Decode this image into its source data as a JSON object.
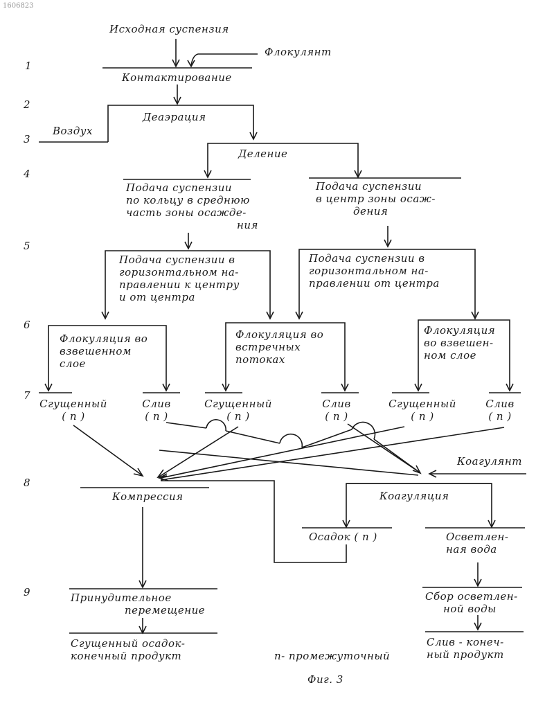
{
  "header_code": "1606823",
  "step_numbers": [
    "1",
    "2",
    "3",
    "4",
    "5",
    "6",
    "7",
    "8",
    "9"
  ],
  "inputs": {
    "suspension": "Исходная суспензия",
    "flocculant": "Флокулянт",
    "air": "Воздух",
    "coagulant": "Коагулянт"
  },
  "nodes": {
    "contacting": "Контактирование",
    "deaeration": "Деаэрация",
    "division": "Деление",
    "feed_ring": [
      "Подача суспензии",
      "по кольцу в среднюю",
      "часть зоны осажде-",
      "ния"
    ],
    "feed_center": [
      "Подача суспензии",
      "в центр зоны осаж-",
      "дения"
    ],
    "feed_horizontal_to_center": [
      "Подача суспензии в",
      "горизонтальном на-",
      "правлении к центру",
      "и от центра"
    ],
    "feed_horizontal_from_center": [
      "Подача суспензии в",
      "горизонтальном на-",
      "правлении от центра"
    ],
    "floc_suspended_left": [
      "Флокуляция во",
      "взвешенном",
      "слое"
    ],
    "floc_counter": [
      "Флокуляция во",
      "встречных",
      "потоках"
    ],
    "floc_suspended_right": [
      "Флокуляция",
      "во взвешен-",
      "ном слое"
    ],
    "thickened_1": [
      "Сгущенный",
      "( п )"
    ],
    "drain_1": [
      "Слив",
      "( п )"
    ],
    "thickened_2": [
      "Сгущенный",
      "( п )"
    ],
    "drain_2": [
      "Слив",
      "( п )"
    ],
    "thickened_3": [
      "Сгущенный",
      "( п )"
    ],
    "drain_3": [
      "Слив",
      "( п )"
    ],
    "compression": "Компрессия",
    "coagulation": "Коагуляция",
    "sediment": "Осадок ( п )",
    "clarified_water": [
      "Осветлен-",
      "ная вода"
    ],
    "forced_movement": [
      "Принудительное",
      "перемещение"
    ],
    "collect_water": [
      "Сбор осветлен-",
      "ной воды"
    ],
    "product_sediment": [
      "Сгущенный осадок-",
      "конечный продукт"
    ],
    "product_drain": [
      "Слив - конеч-",
      "ный продукт"
    ]
  },
  "legend": "п- промежуточный",
  "caption": "Фиг. 3"
}
